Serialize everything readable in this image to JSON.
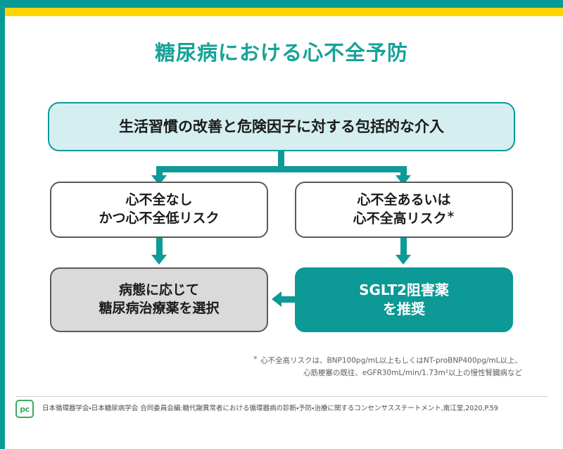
{
  "theme": {
    "teal": "#0d9995",
    "teal_light": "#d5eef0",
    "yellow": "#ffd400",
    "gray_fill": "#dadada",
    "title_color": "#17a398",
    "logo_green": "#3aab5e"
  },
  "title": "糖尿病における心不全予防",
  "flow": {
    "top_box": {
      "label": "生活習慣の改善と危険因子に対する包括的な介入"
    },
    "mid_left_box": {
      "line1": "心不全なし",
      "line2": "かつ心不全低リスク"
    },
    "mid_right_box": {
      "line1": "心不全あるいは",
      "line2": "心不全高リスク",
      "marker": "＊"
    },
    "bottom_left_box": {
      "line1": "病態に応じて",
      "line2": "糖尿病治療薬を選択"
    },
    "bottom_right_box": {
      "line1": "SGLT2阻害薬",
      "line2": "を推奨"
    }
  },
  "footnote": {
    "marker": "＊",
    "line1": "心不全高リスクは、BNP100pg/mL以上もしくはNT-proBNP400pg/mL以上、",
    "line2": "心筋梗塞の既往、eGFR30mL/min/1.73m²以上の慢性腎臓病など"
  },
  "source": {
    "logo_text": "pc",
    "citation": "日本循環器学会・日本糖尿病学会 合同委員会編:糖代謝異常者における循環器病の診断・予防・治療に関するコンセンサスステートメント,南江堂,2020,P.59"
  }
}
